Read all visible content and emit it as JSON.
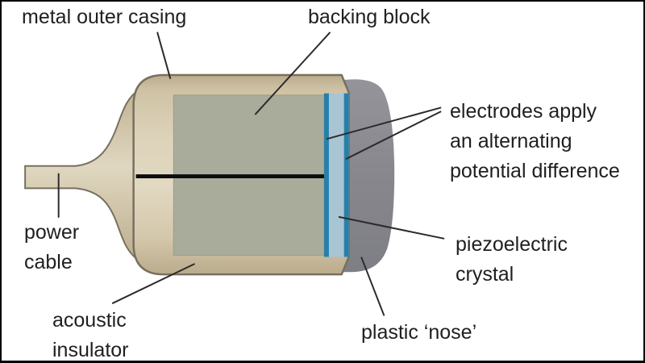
{
  "diagram": {
    "subject": "ultrasound transducer probe cross-section",
    "labels": {
      "metal_outer_casing": {
        "text": "metal outer casing"
      },
      "backing_block": {
        "text": "backing block"
      },
      "electrodes": {
        "line1": "electrodes apply",
        "line2": "an alternating",
        "line3": "potential difference"
      },
      "power_cable": {
        "line1": "power",
        "line2": "cable"
      },
      "acoustic_insulator": {
        "line1": "acoustic",
        "line2": "insulator"
      },
      "piezoelectric_crystal": {
        "line1": "piezoelectric",
        "line2": "crystal"
      },
      "plastic_nose": {
        "text": "plastic ‘nose’"
      }
    },
    "colors": {
      "casing_border": "#77705f",
      "casing_fill": "#d7caad",
      "backing_block": "#a9ac9b",
      "crystal": "#a9c5d4",
      "electrode": "#2780a9",
      "nose": "#87878d",
      "wire": "#0d0d0d",
      "leader_line": "#2b2b2b",
      "text": "#1f1f1f",
      "background": "#ffffff",
      "frame_border": "#000000"
    }
  }
}
